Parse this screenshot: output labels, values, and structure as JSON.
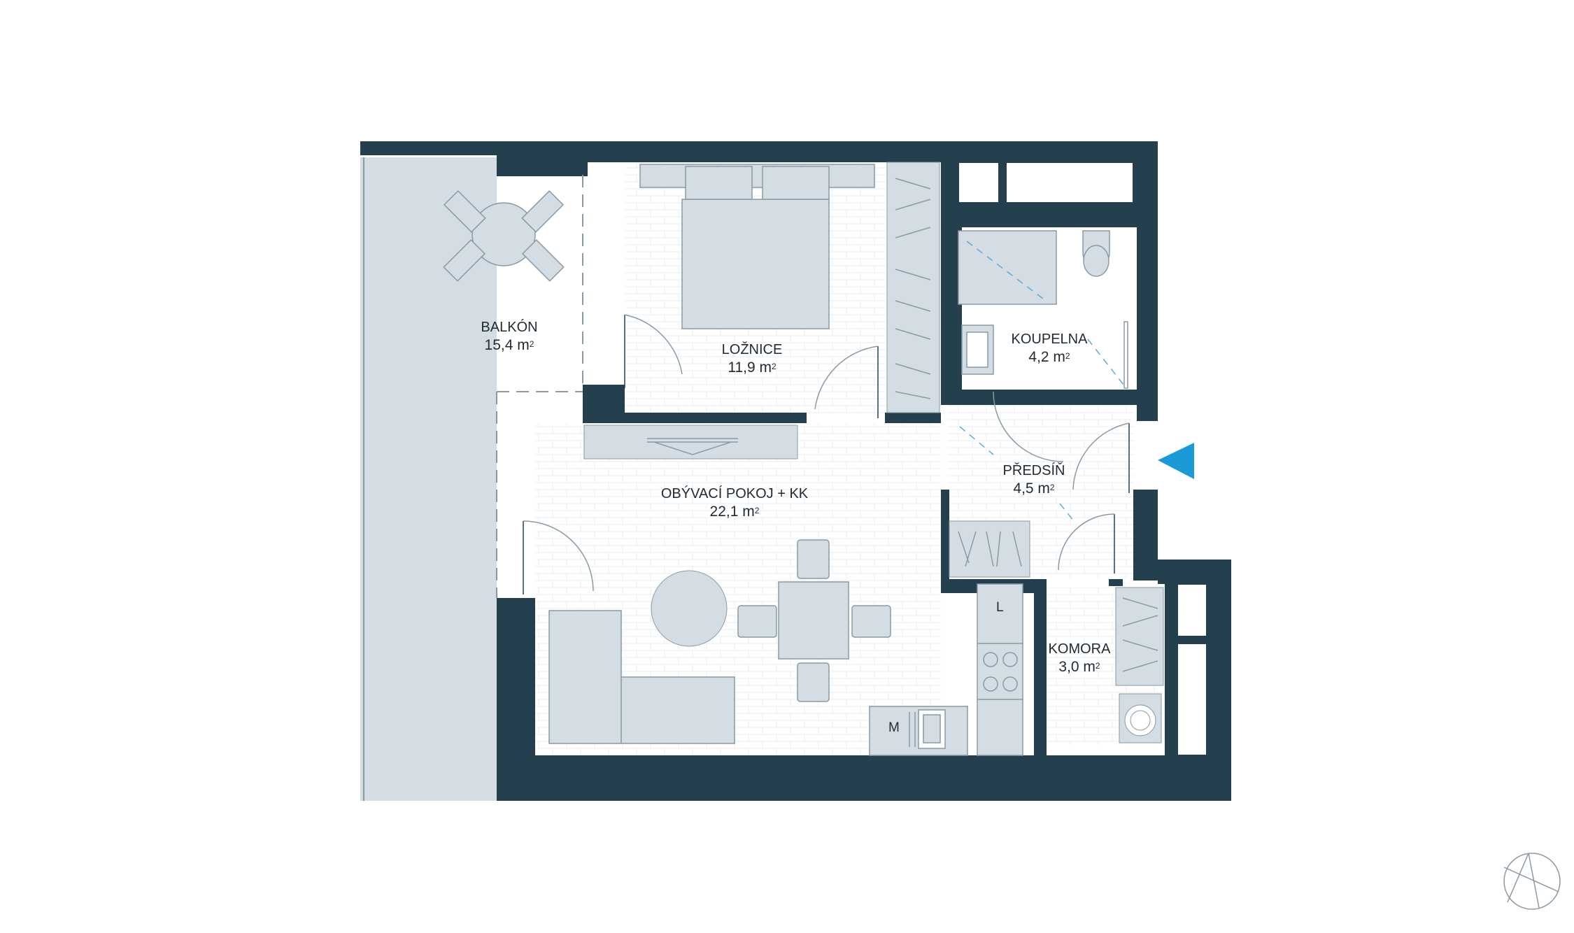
{
  "rooms": [
    {
      "id": "balkon",
      "name": "BALKÓN",
      "area": "15,4 m",
      "unit_sup": "2"
    },
    {
      "id": "loznice",
      "name": "LOŽNICE",
      "area": "11,9 m",
      "unit_sup": "2"
    },
    {
      "id": "obyvaci",
      "name": "OBÝVACÍ POKOJ + KK",
      "area": "22,1 m",
      "unit_sup": "2"
    },
    {
      "id": "koupelna",
      "name": "KOUPELNA",
      "area": "4,2 m",
      "unit_sup": "2"
    },
    {
      "id": "predsin",
      "name": "PŘEDSÍŇ",
      "area": "4,5 m",
      "unit_sup": "2"
    },
    {
      "id": "komora",
      "name": "KOMORA",
      "area": "3,0 m",
      "unit_sup": "2"
    }
  ],
  "appliances": {
    "fridge": "L",
    "dishwasher": "M"
  },
  "colors": {
    "wall": "#24404f",
    "furniture": "#d3dde3",
    "balcony": "#d3dde3",
    "entrance_arrow": "#1a9ad6",
    "door_line": "#5fa9d6",
    "outline": "#8a9aa5"
  },
  "icons": {
    "entrance": "entrance-arrow-icon",
    "compass": "north-compass-icon"
  }
}
